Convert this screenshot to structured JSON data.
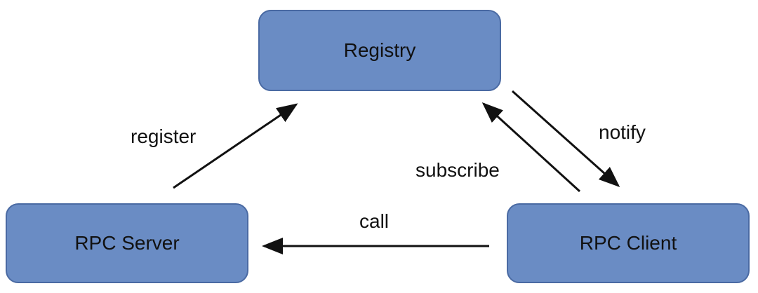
{
  "colors": {
    "node_fill": "#6a8cc4",
    "node_stroke": "#4a6aa3",
    "edge": "#111111",
    "text": "#111111",
    "background": "#ffffff"
  },
  "nodes": {
    "registry": {
      "label": "Registry"
    },
    "rpc_server": {
      "label": "RPC Server"
    },
    "rpc_client": {
      "label": "RPC Client"
    }
  },
  "edges": {
    "register": {
      "label": "register",
      "from": "RPC Server",
      "to": "Registry"
    },
    "notify": {
      "label": "notify",
      "from": "Registry",
      "to": "RPC Client"
    },
    "subscribe": {
      "label": "subscribe",
      "from": "RPC Client",
      "to": "Registry"
    },
    "call": {
      "label": "call",
      "from": "RPC Client",
      "to": "RPC Server"
    }
  }
}
